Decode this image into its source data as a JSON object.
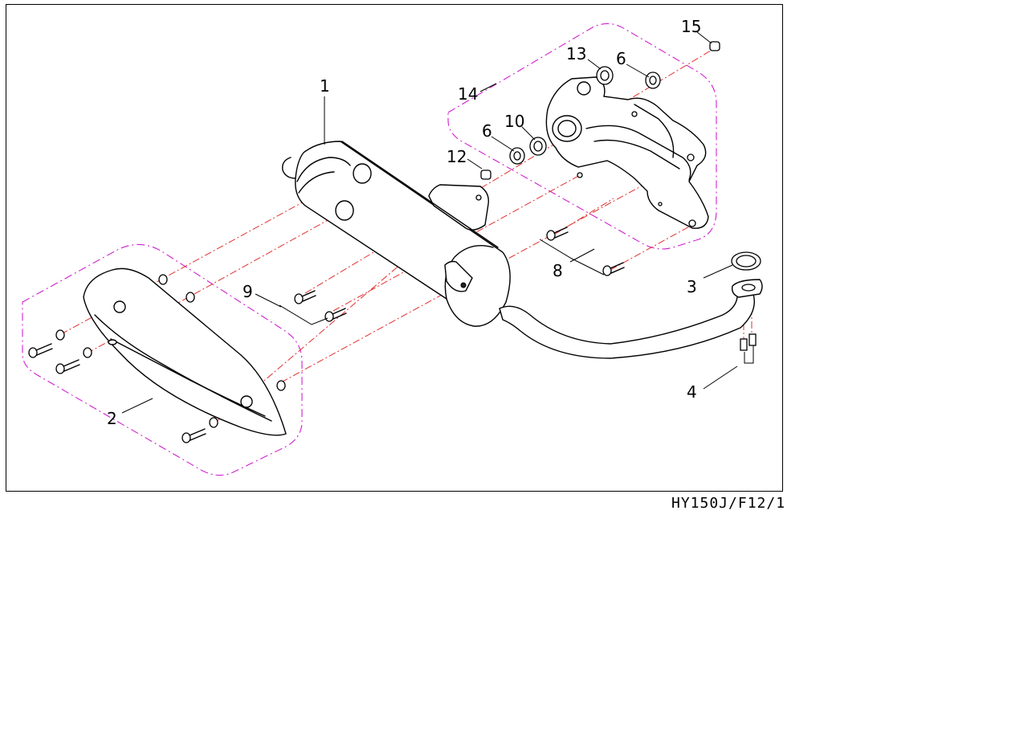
{
  "diagram": {
    "callouts": {
      "c1": "1",
      "c2": "2",
      "c3": "3",
      "c4": "4",
      "c6a": "6",
      "c6b": "6",
      "c8": "8",
      "c9": "9",
      "c10": "10",
      "c12": "12",
      "c13": "13",
      "c14": "14",
      "c15": "15"
    },
    "drawing_code": "HY150J/F12/1"
  },
  "colors": {
    "group_outline": "#d020d0",
    "assembly_line": "#e23030",
    "line_art": "#000000",
    "background": "#ffffff"
  }
}
